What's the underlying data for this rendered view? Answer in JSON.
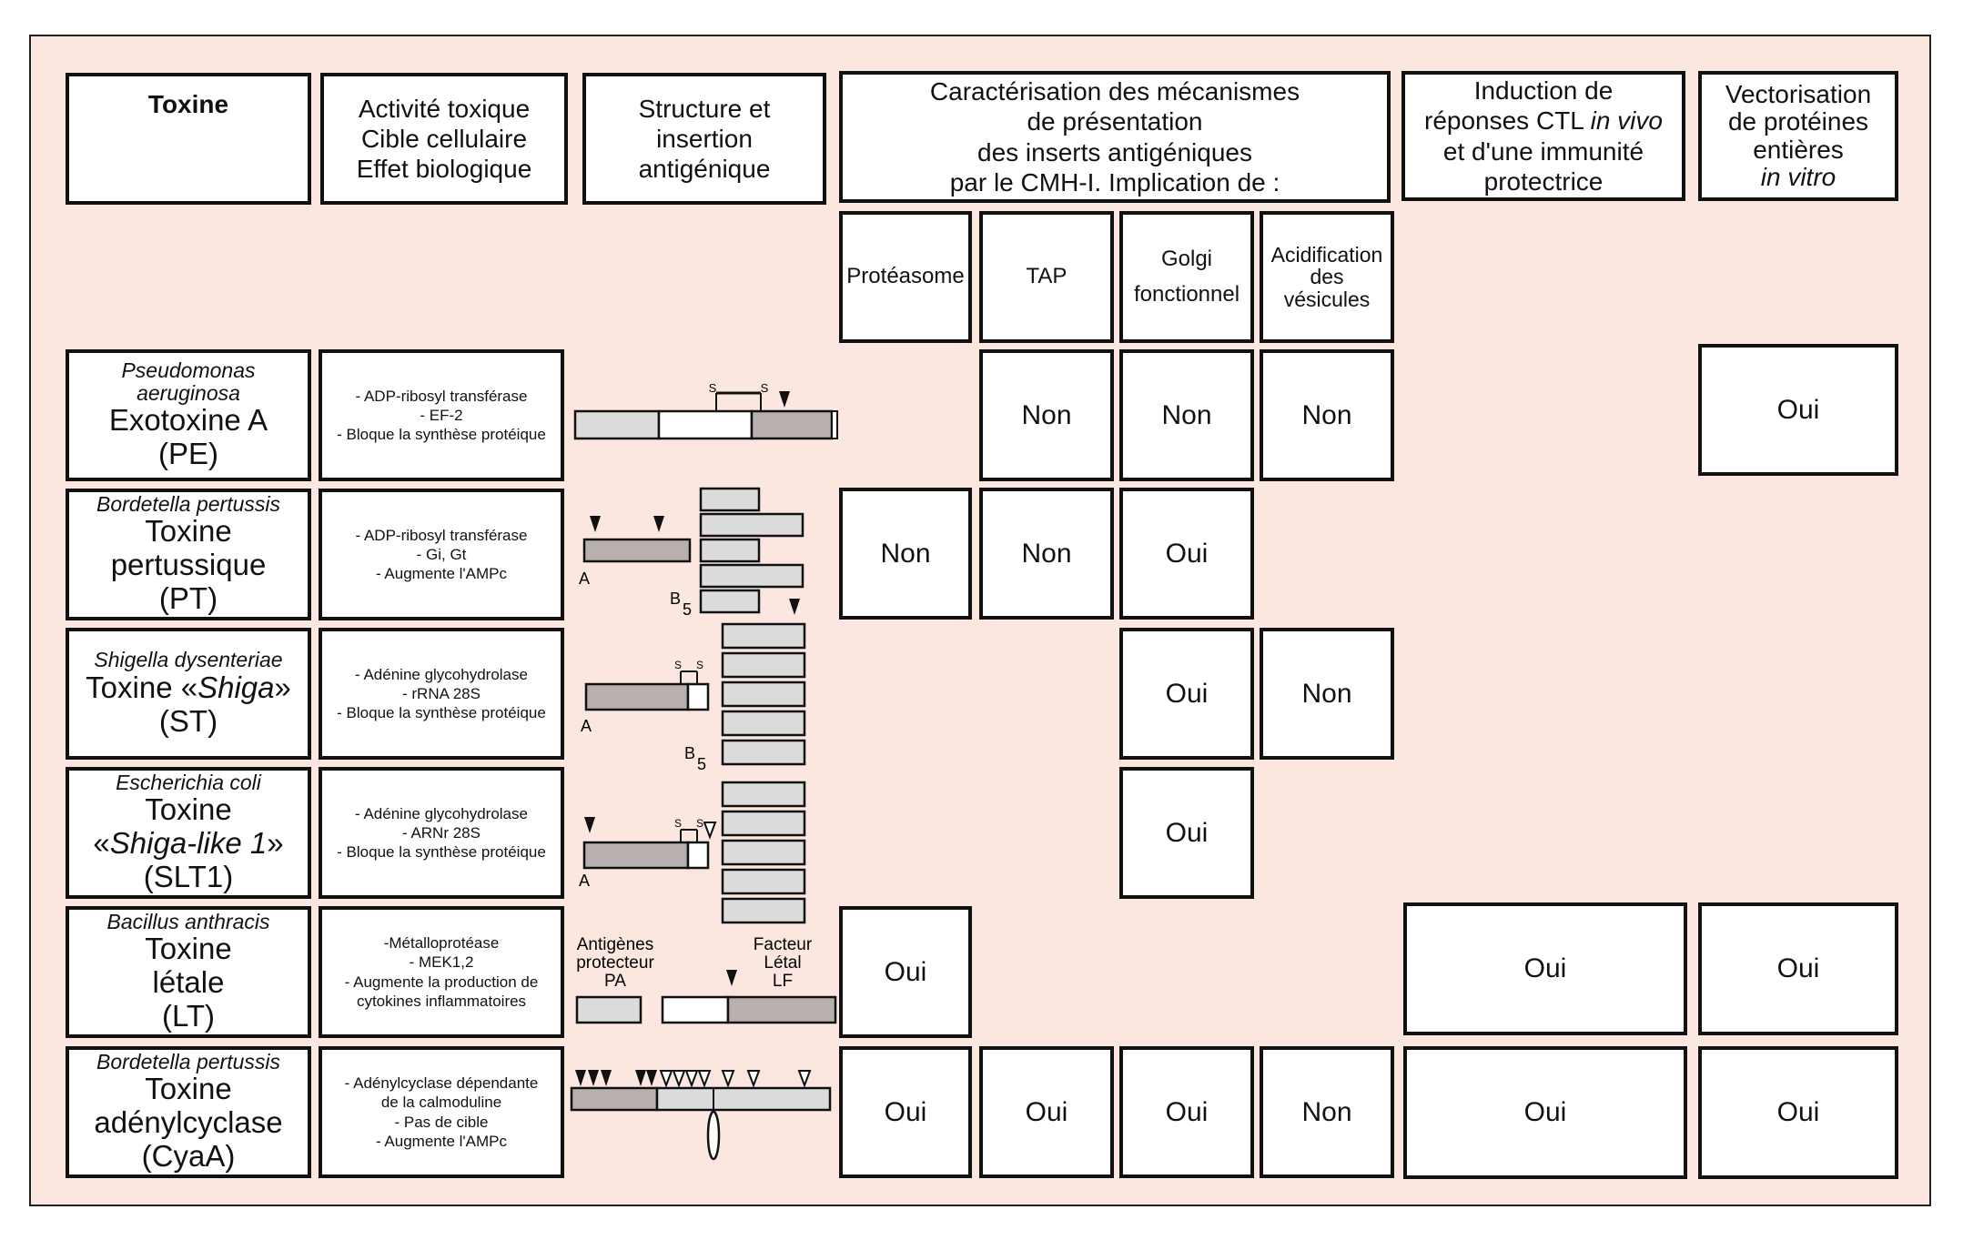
{
  "headers": {
    "toxine": "Toxine",
    "activite": [
      "Activité toxique",
      "Cible cellulaire",
      "Effet biologique"
    ],
    "structure": [
      "Structure et",
      "insertion",
      "antigénique"
    ],
    "caracterisation": [
      "Caractérisation des mécanismes",
      "de présentation",
      "des inserts  antigéniques",
      "par le CMH-I.  Implication de :"
    ],
    "induction": [
      "Induction de",
      "réponses CTL in vivo",
      "et d'une immunité",
      "protectrice"
    ],
    "vectorisation": [
      "Vectorisation",
      "de protéines",
      "entières",
      "in vitro"
    ]
  },
  "subheaders": {
    "proteasome": "Protéasome",
    "tap": "TAP",
    "golgi": [
      "Golgi",
      "fonctionnel"
    ],
    "acidification": [
      "Acidification",
      "des",
      "vésicules"
    ]
  },
  "rows": [
    {
      "species": "Pseudomonas aeruginosa",
      "names": [
        "Exotoxine A",
        "(PE)"
      ],
      "activity": [
        "- ADP-ribosyl transférase",
        "- EF-2",
        "- Bloque la synthèse protéique"
      ],
      "cells": {
        "tap": "Non",
        "golgi": "Non",
        "acidification": "Non",
        "vectorisation": "Oui"
      }
    },
    {
      "species": "Bordetella pertussis",
      "names": [
        "Toxine",
        "pertussique",
        "(PT)"
      ],
      "activity": [
        "- ADP-ribosyl transférase",
        "- Gi, Gt",
        "- Augmente l'AMPc"
      ],
      "cells": {
        "proteasome": "Non",
        "tap": "Non",
        "golgi": "Oui"
      }
    },
    {
      "species": "Shigella dysenteriae",
      "names": [
        "Toxine «Shiga»",
        "(ST)"
      ],
      "activity": [
        "- Adénine glycohydrolase",
        "- rRNA 28S",
        "- Bloque la synthèse protéique"
      ],
      "cells": {
        "golgi": "Oui",
        "acidification": "Non"
      }
    },
    {
      "species": "Escherichia coli",
      "names": [
        "Toxine",
        "«Shiga-like 1»",
        "(SLT1)"
      ],
      "activity": [
        "- Adénine glycohydrolase",
        "- ARNr 28S",
        "- Bloque la synthèse protéique"
      ],
      "cells": {
        "golgi": "Oui"
      }
    },
    {
      "species": "Bacillus anthracis",
      "names": [
        "Toxine",
        "létale",
        "(LT)"
      ],
      "activity": [
        "-Métalloprotéase",
        "- MEK1,2",
        "- Augmente la production de",
        "cytokines inflammatoires"
      ],
      "cells": {
        "proteasome": "Oui",
        "induction": "Oui",
        "vectorisation": "Oui"
      }
    },
    {
      "species": "Bordetella pertussis",
      "names": [
        "Toxine",
        "adénylcyclase",
        "(CyaA)"
      ],
      "activity": [
        "- Adénylcyclase dépendante",
        "de la calmoduline",
        "- Pas de cible",
        "- Augmente l'AMPc"
      ],
      "cells": {
        "proteasome": "Oui",
        "tap": "Oui",
        "golgi": "Oui",
        "acidification": "Non",
        "induction": "Oui",
        "vectorisation": "Oui"
      }
    }
  ],
  "structure_labels": {
    "ss": "S",
    "a": "A",
    "b": "B",
    "five": "5",
    "antigen_pa": [
      "Antigènes",
      "protecteur",
      "PA"
    ],
    "facteur_lf": [
      "Facteur",
      "Létal",
      "LF"
    ]
  },
  "colors": {
    "background": "#fbe7e0",
    "domain_dark": "#b8b0ae",
    "domain_light": "#dcdcdc"
  }
}
